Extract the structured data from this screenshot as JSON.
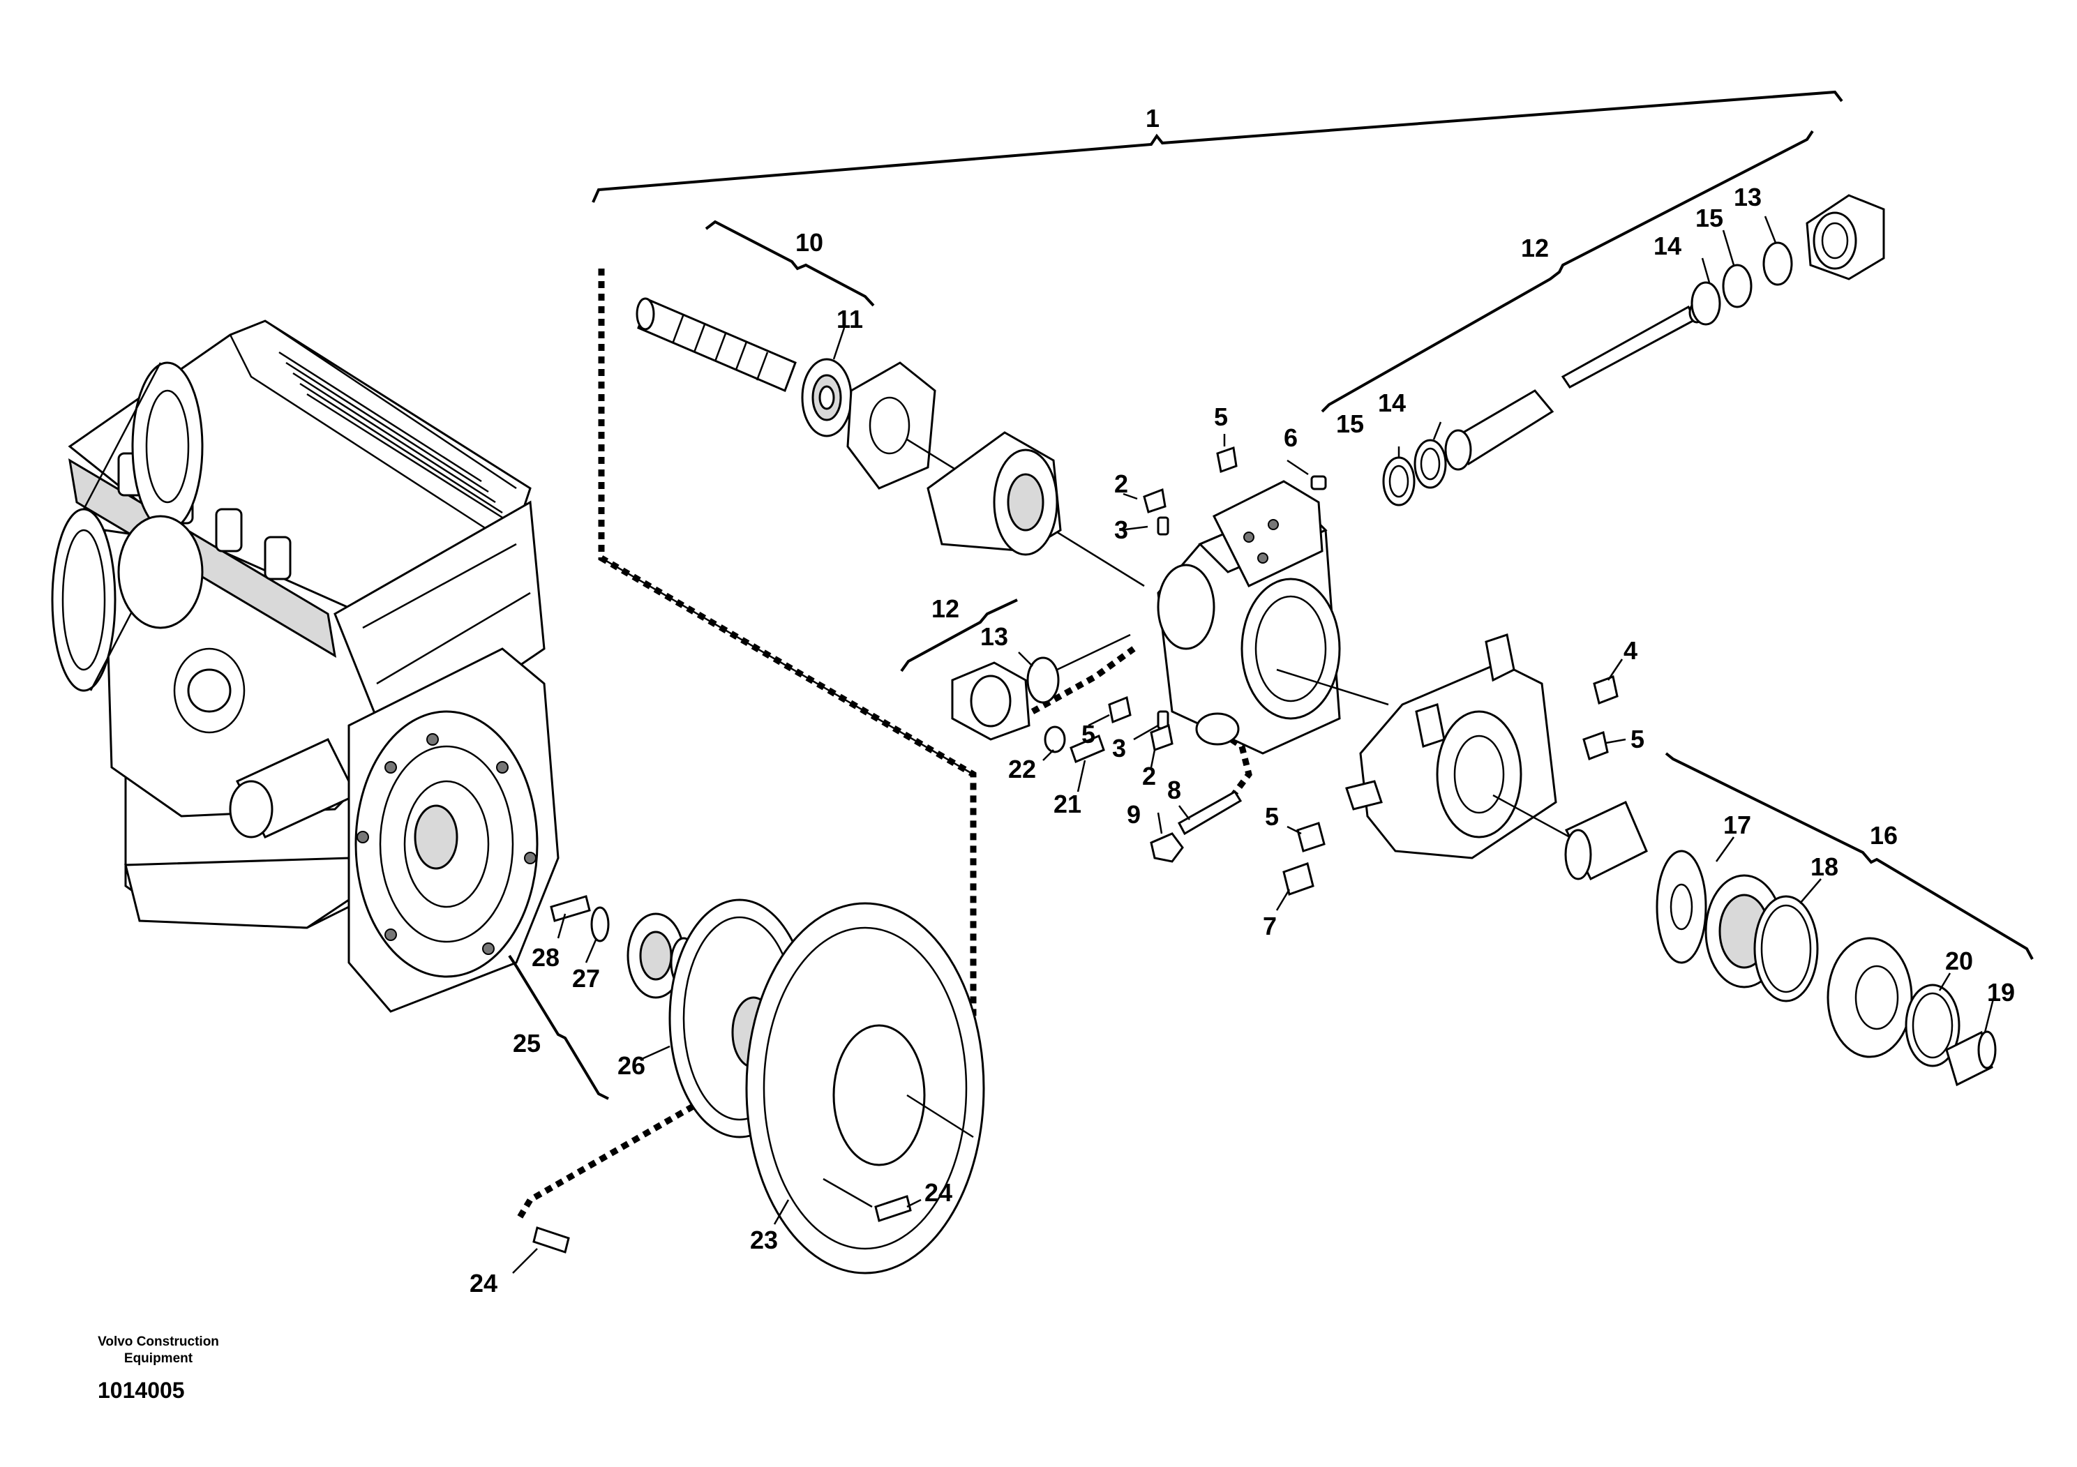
{
  "diagram": {
    "callouts": [
      {
        "id": "c1",
        "label": "1"
      },
      {
        "id": "c10",
        "label": "10"
      },
      {
        "id": "c11",
        "label": "11"
      },
      {
        "id": "c12a",
        "label": "12"
      },
      {
        "id": "c13a",
        "label": "13"
      },
      {
        "id": "c15a",
        "label": "15"
      },
      {
        "id": "c14a",
        "label": "14"
      },
      {
        "id": "c5a",
        "label": "5"
      },
      {
        "id": "c6",
        "label": "6"
      },
      {
        "id": "c15b",
        "label": "15"
      },
      {
        "id": "c14b",
        "label": "14"
      },
      {
        "id": "c2a",
        "label": "2"
      },
      {
        "id": "c3a",
        "label": "3"
      },
      {
        "id": "c12b",
        "label": "12"
      },
      {
        "id": "c13b",
        "label": "13"
      },
      {
        "id": "c5b",
        "label": "5"
      },
      {
        "id": "c3b",
        "label": "3"
      },
      {
        "id": "c2b",
        "label": "2"
      },
      {
        "id": "c22",
        "label": "22"
      },
      {
        "id": "c21",
        "label": "21"
      },
      {
        "id": "c9",
        "label": "9"
      },
      {
        "id": "c8",
        "label": "8"
      },
      {
        "id": "c5c",
        "label": "5"
      },
      {
        "id": "c7",
        "label": "7"
      },
      {
        "id": "c4",
        "label": "4"
      },
      {
        "id": "c5d",
        "label": "5"
      },
      {
        "id": "c16",
        "label": "16"
      },
      {
        "id": "c17",
        "label": "17"
      },
      {
        "id": "c18",
        "label": "18"
      },
      {
        "id": "c20",
        "label": "20"
      },
      {
        "id": "c19",
        "label": "19"
      },
      {
        "id": "c28",
        "label": "28"
      },
      {
        "id": "c27",
        "label": "27"
      },
      {
        "id": "c25",
        "label": "25"
      },
      {
        "id": "c26",
        "label": "26"
      },
      {
        "id": "c23",
        "label": "23"
      },
      {
        "id": "c24a",
        "label": "24"
      },
      {
        "id": "c24b",
        "label": "24"
      }
    ]
  },
  "footer": {
    "company_line1": "Volvo Construction",
    "company_line2": "Equipment",
    "figure_number": "1014005"
  }
}
